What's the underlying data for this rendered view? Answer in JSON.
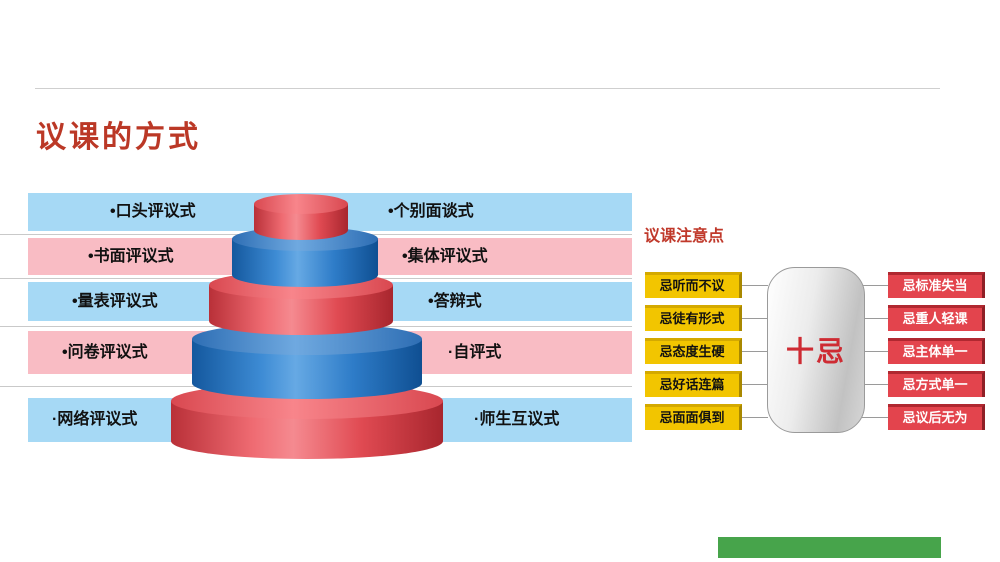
{
  "slide": {
    "title": "议课的方式",
    "notes_heading": "议课注意点",
    "center_label": "十忌"
  },
  "pyramid_rows": [
    {
      "left": "•口头评议式",
      "right": "•个别面谈式"
    },
    {
      "left": "•书面评议式",
      "right": "•集体评议式"
    },
    {
      "left": "•量表评议式",
      "right": "•答辩式"
    },
    {
      "left": "•问卷评议式",
      "right": "·自评式"
    },
    {
      "left": "·网络评议式",
      "right": "·师生互议式"
    }
  ],
  "taboos": {
    "left": [
      "忌听而不议",
      "忌徒有形式",
      "忌态度生硬",
      "忌好话连篇",
      "忌面面俱到"
    ],
    "right": [
      "忌标准失当",
      "忌重人轻课",
      "忌主体单一",
      "忌方式单一",
      "忌议后无为"
    ]
  },
  "colors": {
    "title": "#bb3826",
    "band_blue": "#a6d9f5",
    "band_pink": "#f9bcc4",
    "cylinder_red": "#e04a52",
    "cylinder_blue": "#2e7cc8",
    "taboo_yellow": "#f2c500",
    "taboo_red": "#e3444d",
    "center_text": "#ce2b33",
    "green_bar": "#47a44b"
  }
}
